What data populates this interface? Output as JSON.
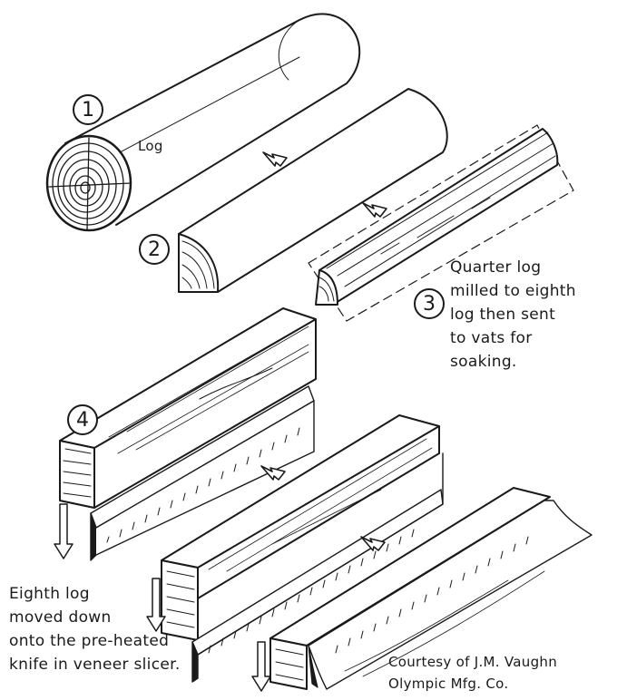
{
  "steps": {
    "s1": "1",
    "s2": "2",
    "s3": "3",
    "s4": "4"
  },
  "labels": {
    "log": "Log",
    "quarter_note": [
      "Quarter log",
      "milled to eighth",
      "log then sent",
      "to vats for",
      "soaking."
    ],
    "eighth_note": [
      "Eighth log",
      "moved down",
      "onto the pre-heated",
      "knife in veneer slicer."
    ],
    "credit": [
      "Courtesy of J.M. Vaughn",
      "Olympic Mfg. Co."
    ]
  }
}
